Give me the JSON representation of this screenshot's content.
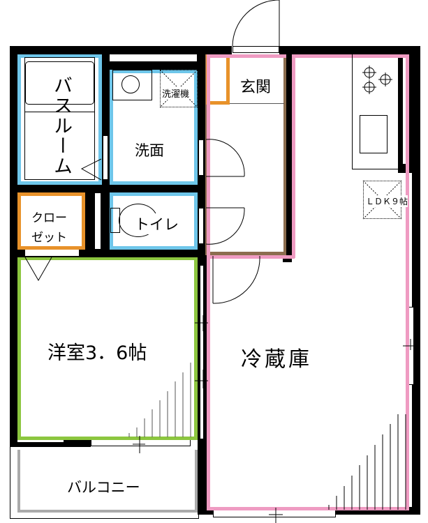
{
  "floor_plan": {
    "title": "",
    "rooms": [
      {
        "id": "bathroom",
        "label": "バスルーム",
        "color": "#6ec6ea"
      },
      {
        "id": "washroom",
        "label": "洗面",
        "color": "#6ec6ea"
      },
      {
        "id": "washing_machine",
        "label": "洗濯機"
      },
      {
        "id": "entrance",
        "label": "玄関",
        "color": "#8c6d4f"
      },
      {
        "id": "closet",
        "label_line1": "クロー",
        "label_line2": "ゼット",
        "color": "#e8922a"
      },
      {
        "id": "toilet",
        "label": "トイレ",
        "color": "#6ec6ea"
      },
      {
        "id": "western_room",
        "label": "洋室3．6帖",
        "color": "#8cc63f"
      },
      {
        "id": "ldk",
        "label": "ＬＤＫ９帖",
        "color": "#ef9bc2"
      },
      {
        "id": "refrigerator",
        "label": "冷蔵庫"
      },
      {
        "id": "balcony",
        "label": "バルコニー",
        "color": "#aaaaaa"
      }
    ],
    "colors": {
      "wall": "#000000",
      "bath_border": "#6ec6ea",
      "closet_border": "#e8922a",
      "entrance_border": "#8c6d4f",
      "western_border": "#8cc63f",
      "ldk_border": "#ef9bc2",
      "balcony_border": "#aaaaaa"
    }
  }
}
